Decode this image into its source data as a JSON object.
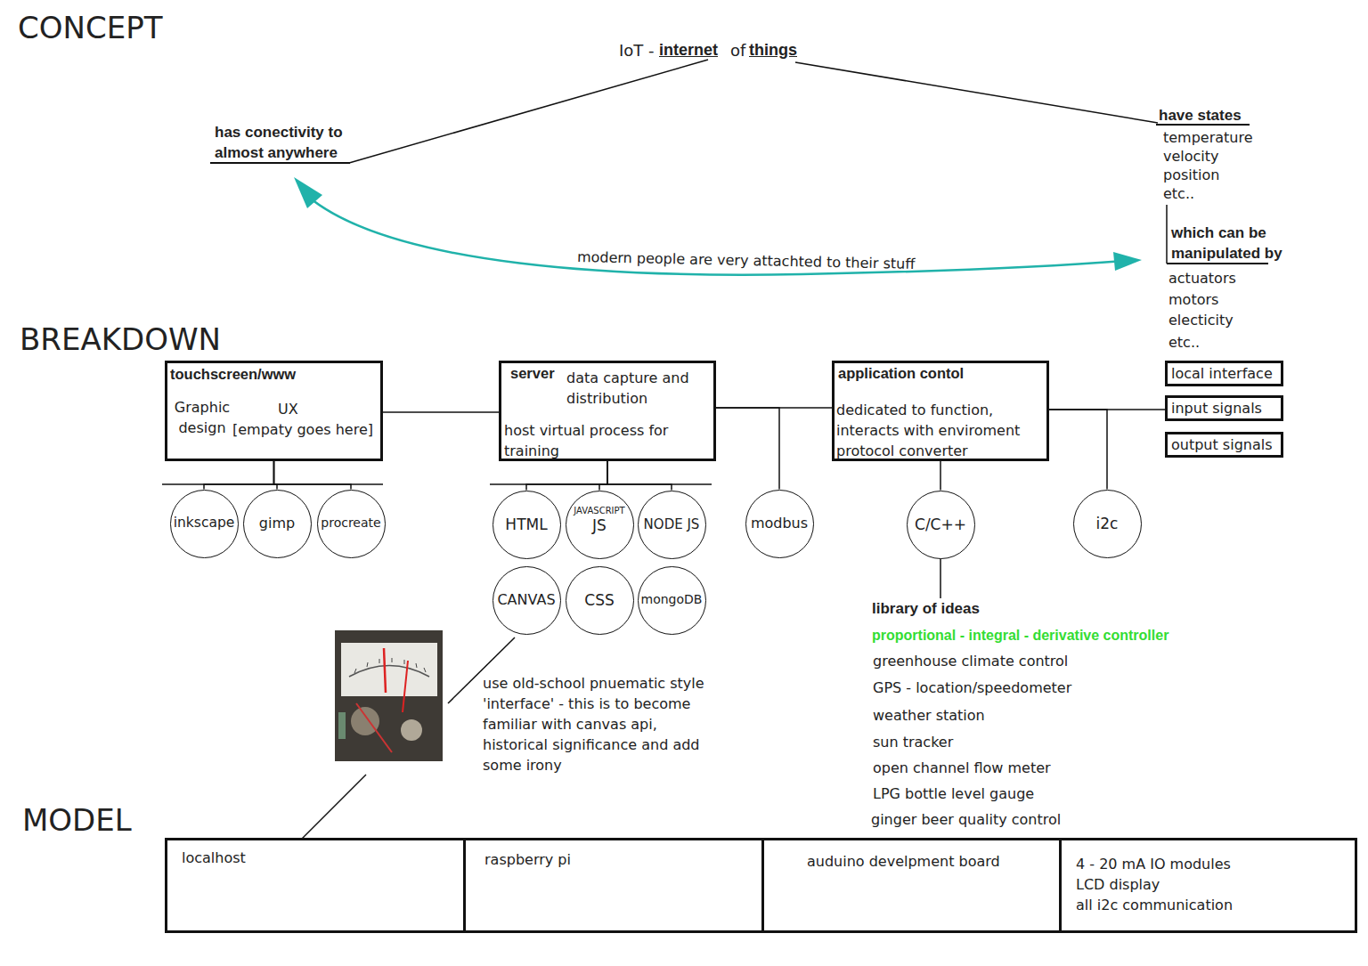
{
  "diagram": {
    "nodes": [
      {
        "text": [
          "touchscreen/www",
          "Graphic design",
          "UX",
          "[empaty goes here]"
        ]
      },
      {
        "text": [
          "server",
          "data capture and distribution",
          "host virtual process for training"
        ]
      },
      {
        "text": [
          "application contol",
          "dedicated to function, interacts with enviroment protocol converter"
        ]
      },
      {
        "text": [
          "local interface"
        ]
      },
      {
        "text": [
          "input signals"
        ]
      },
      {
        "text": [
          "output signals"
        ]
      },
      {
        "text": [
          "inkscape"
        ]
      },
      {
        "text": [
          "gimp"
        ]
      },
      {
        "text": [
          "procreate"
        ]
      },
      {
        "text": [
          "HTML"
        ]
      },
      {
        "text": [
          "JAVASCRIPT",
          "JS"
        ]
      },
      {
        "text": [
          "NODE JS"
        ]
      },
      {
        "text": [
          "modbus"
        ]
      },
      {
        "text": [
          "C/C++"
        ]
      },
      {
        "text": [
          "i2c"
        ]
      },
      {
        "text": [
          "CANVAS"
        ]
      },
      {
        "text": [
          "CSS"
        ]
      },
      {
        "text": [
          "mongoDB"
        ]
      },
      {
        "text": [
          "localhost"
        ]
      },
      {
        "text": [
          "raspberry pi"
        ]
      },
      {
        "text": [
          "auduino develpment board"
        ]
      },
      {
        "text": [
          "4 - 20 mA IO modules",
          "LCD display",
          "all i2c communication"
        ]
      }
    ],
    "edges": [
      {
        "from": 0,
        "to": 1,
        "arrow": "none"
      },
      {
        "from": 1,
        "to": 2,
        "arrow": "none"
      },
      {
        "from": 1,
        "to": 12,
        "arrow": "none"
      },
      {
        "from": 2,
        "to": 4,
        "arrow": "none"
      },
      {
        "from": 2,
        "to": 14,
        "arrow": "none"
      },
      {
        "from": 2,
        "to": 13,
        "arrow": "none"
      },
      {
        "from": 0,
        "to": 6,
        "arrow": "none"
      },
      {
        "from": 0,
        "to": 7,
        "arrow": "none"
      },
      {
        "from": 0,
        "to": 8,
        "arrow": "none"
      },
      {
        "from": 1,
        "to": 9,
        "arrow": "none"
      },
      {
        "from": 1,
        "to": 10,
        "arrow": "none"
      },
      {
        "from": 1,
        "to": 11,
        "arrow": "none"
      }
    ],
    "labels": [
      "CONCEPT",
      "IoT -",
      "internet",
      "of",
      "things",
      "has conectivity to almost anywhere",
      "have states",
      "temperature",
      "velocity",
      "position",
      "etc..",
      "which can be manipulated by",
      "actuators",
      "motors",
      "electicity",
      "etc..",
      "modern people are very attachted to their stuff",
      "BREAKDOWN",
      "use old-school pnuematic style 'interface' - this is to become familiar with canvas api, historical significance and add some irony",
      "library of ideas",
      "proportional - integral - derivative controller",
      "greenhouse climate control",
      "GPS - location/speedometer",
      "weather station",
      "sun tracker",
      "open channel flow meter",
      "LPG bottle level gauge",
      "ginger beer quality control",
      "MODEL"
    ]
  }
}
